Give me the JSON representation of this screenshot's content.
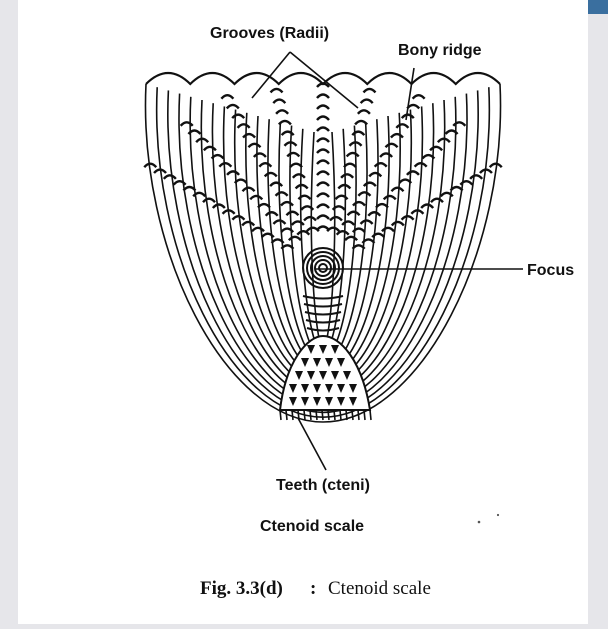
{
  "diagram": {
    "labels": {
      "grooves": "Grooves (Radii)",
      "bony_ridge": "Bony ridge",
      "focus": "Focus",
      "teeth": "Teeth (cteni)",
      "scale_name": "Ctenoid scale"
    },
    "caption": {
      "fig": "Fig. 3.3(d)",
      "separator": ":",
      "text": "Ctenoid scale"
    }
  },
  "colors": {
    "ink": "#111111",
    "paper": "#ffffff",
    "margin": "#e6e6ea",
    "accent": "#3a6f9f"
  }
}
